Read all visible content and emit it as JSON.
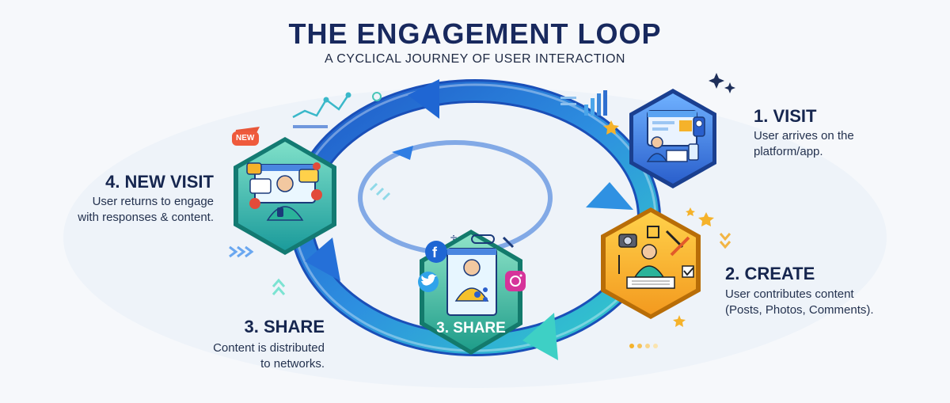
{
  "header": {
    "title": "THE ENGAGEMENT LOOP",
    "subtitle": "A CYCLICAL JOURNEY OF USER INTERACTION"
  },
  "steps": [
    {
      "title": "1. VISIT",
      "desc_lines": [
        "User arrives on the",
        "platform/app."
      ]
    },
    {
      "title": "2. CREATE",
      "desc_lines": [
        "User contributes content",
        "(Posts, Photos, Comments)."
      ]
    },
    {
      "title": "3. SHARE",
      "desc_lines": [
        "Content is distributed",
        "to networks."
      ],
      "hex_label": "3. SHARE"
    },
    {
      "title": "4. NEW VISIT",
      "desc_lines": [
        "User returns to engage",
        "with responses & content."
      ],
      "badge": "NEW"
    }
  ],
  "colors": {
    "title": "#18295e",
    "loop_dark": "#1f58c8",
    "loop_light": "#2ec4d8",
    "visit_hex": "#3a7be0",
    "create_hex": "#f5b22a",
    "share_hex": "#2fb59a",
    "new_visit_hex": "#22b3a4"
  },
  "icons": {
    "visit": "browser-user-icon",
    "create": "creator-desk-icon",
    "share": "social-share-icon",
    "new_visit": "notification-user-icon"
  }
}
